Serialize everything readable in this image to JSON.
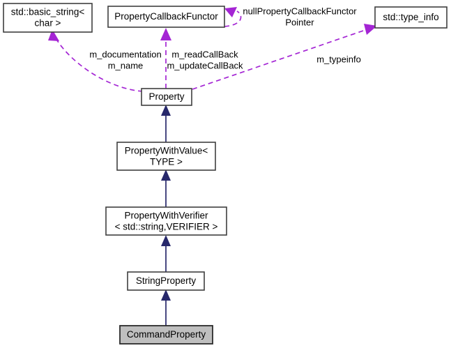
{
  "diagram": {
    "title": "CommandProperty collaboration diagram",
    "type": "uml-collaboration-diagram",
    "colors": {
      "inheritance_edge": "#27286b",
      "usage_edge": "#a425d4",
      "node_fill": "#ffffff",
      "node_stroke": "#3f3f3f",
      "highlight_fill": "#bfbfbf",
      "background": "#ffffff",
      "text": "#000000"
    },
    "nodes": [
      {
        "id": "basic_string",
        "line1": "std::basic_string<",
        "line2": "char >",
        "highlighted": false
      },
      {
        "id": "callback_functor",
        "line1": "PropertyCallbackFunctor",
        "line2": "",
        "highlighted": false
      },
      {
        "id": "type_info",
        "line1": "std::type_info",
        "line2": "",
        "highlighted": false
      },
      {
        "id": "property",
        "line1": "Property",
        "line2": "",
        "highlighted": false
      },
      {
        "id": "property_with_value",
        "line1": "PropertyWithValue<",
        "line2": "TYPE >",
        "highlighted": false
      },
      {
        "id": "property_with_verifier",
        "line1": "PropertyWithVerifier",
        "line2": "< std::string,VERIFIER >",
        "highlighted": false
      },
      {
        "id": "string_property",
        "line1": "StringProperty",
        "line2": "",
        "highlighted": false
      },
      {
        "id": "command_property",
        "line1": "CommandProperty",
        "line2": "",
        "highlighted": true
      }
    ],
    "edge_labels": {
      "documentation_name_l1": "m_documentation",
      "documentation_name_l2": "m_name",
      "callbacks_l1": "m_readCallBack",
      "callbacks_l2": "m_updateCallBack",
      "null_pointer_l1": "nullPropertyCallbackFunctor",
      "null_pointer_l2": "Pointer",
      "typeinfo": "m_typeinfo"
    },
    "edges": [
      {
        "from": "property",
        "to": "basic_string",
        "kind": "usage",
        "label": "m_documentation m_name"
      },
      {
        "from": "property",
        "to": "callback_functor",
        "kind": "usage",
        "label": "m_readCallBack m_updateCallBack"
      },
      {
        "from": "callback_functor",
        "to": "callback_functor",
        "kind": "usage",
        "label": "nullPropertyCallbackFunctorPointer"
      },
      {
        "from": "property",
        "to": "type_info",
        "kind": "usage",
        "label": "m_typeinfo"
      },
      {
        "from": "property_with_value",
        "to": "property",
        "kind": "inheritance",
        "label": ""
      },
      {
        "from": "property_with_verifier",
        "to": "property_with_value",
        "kind": "inheritance",
        "label": ""
      },
      {
        "from": "string_property",
        "to": "property_with_verifier",
        "kind": "inheritance",
        "label": ""
      },
      {
        "from": "command_property",
        "to": "string_property",
        "kind": "inheritance",
        "label": ""
      }
    ]
  }
}
